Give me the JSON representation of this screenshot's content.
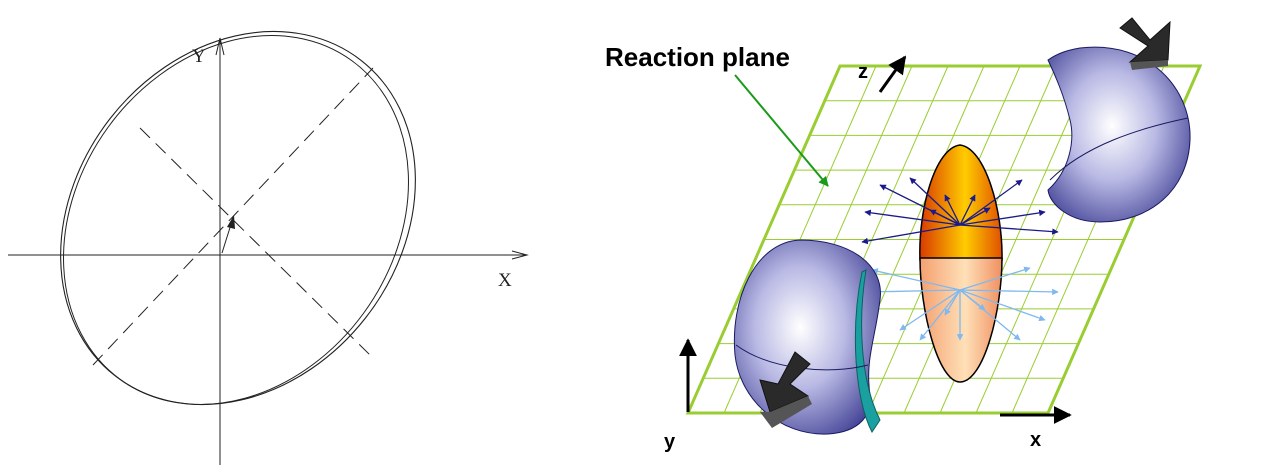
{
  "left_figure": {
    "axis_y_label": "Y",
    "axis_x_label": "X"
  },
  "right_figure": {
    "title": "Reaction plane",
    "axis_z_label": "z",
    "axis_y_label": "y",
    "axis_x_label": "x"
  },
  "colors": {
    "plane_grid": "#9acd32",
    "pointer": "#1a9a1a",
    "nucleus_dark": "#3a3a9a",
    "nucleus_light": "#f0f0ff",
    "almond_dark": "#e04000",
    "almond_light": "#ffcc00",
    "arrow_dark": "#1a1a8a",
    "arrow_light": "#80b8f0",
    "momentum_arrow": "#333333",
    "cut_face": "#1aa0a0"
  }
}
